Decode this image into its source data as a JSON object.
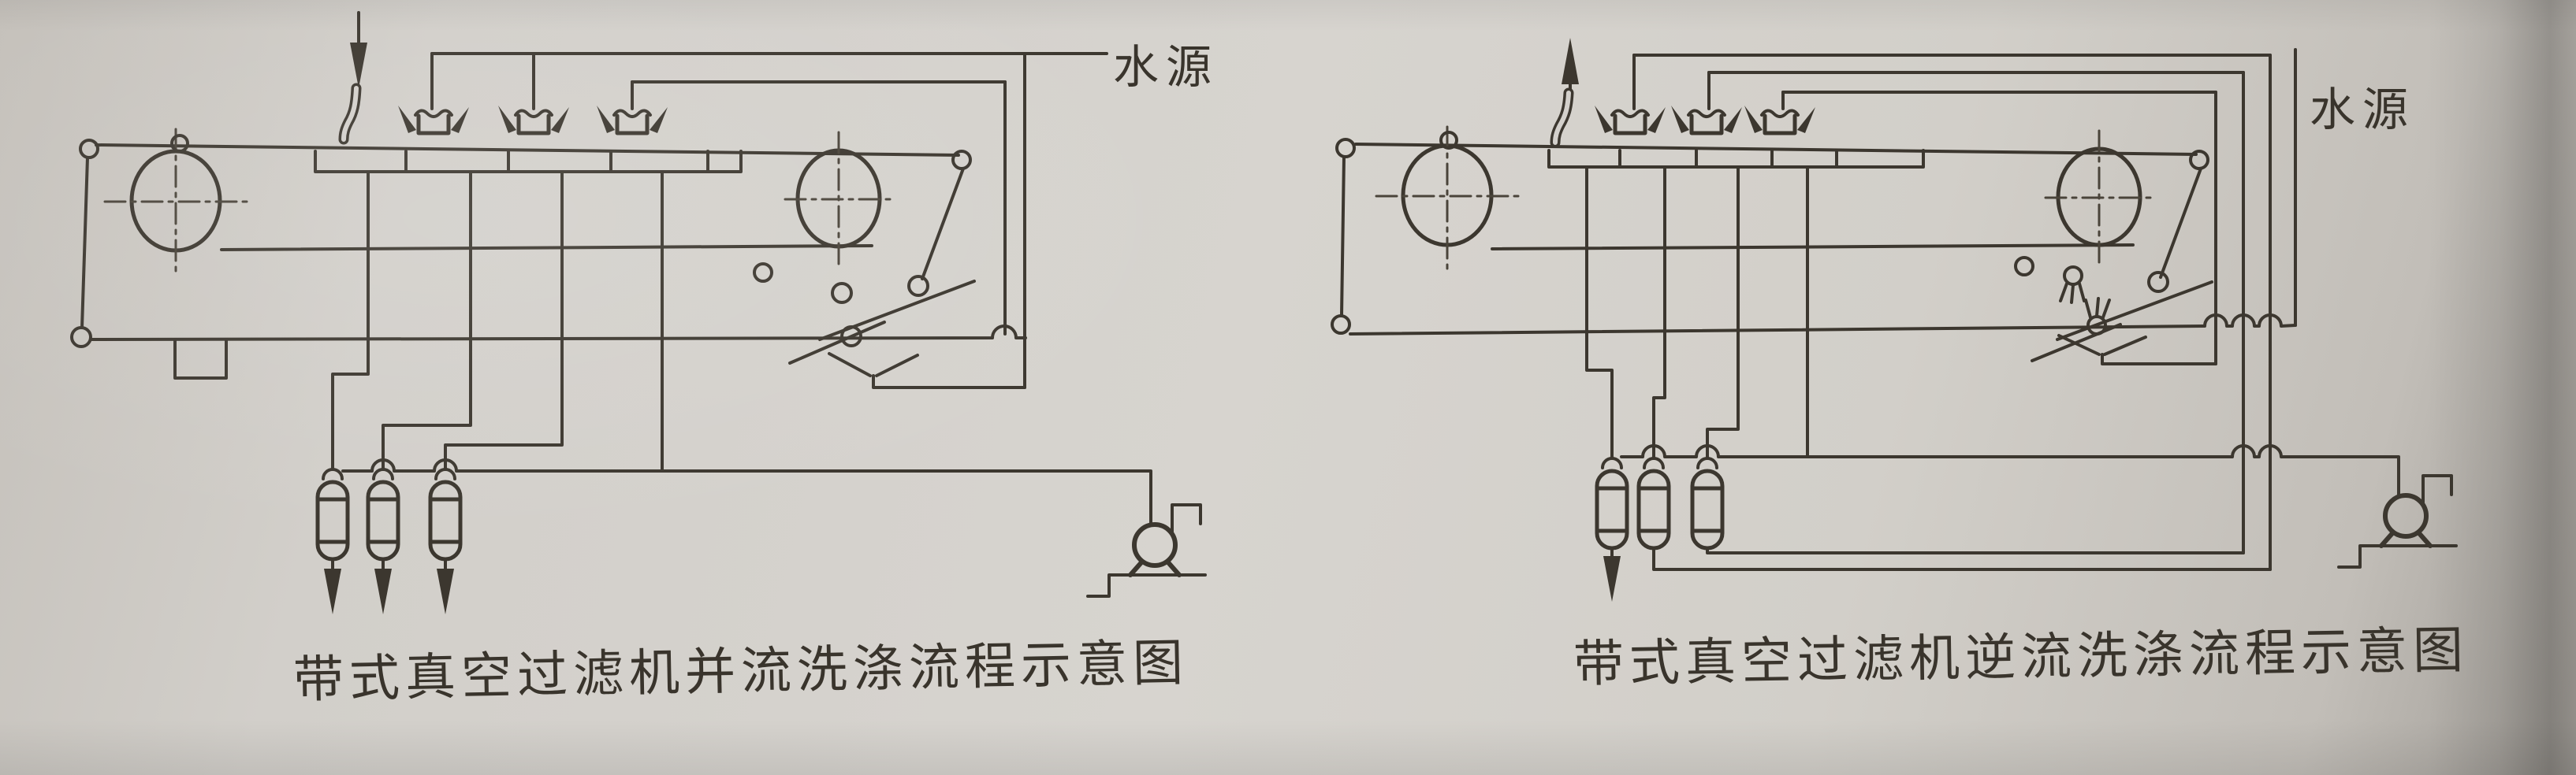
{
  "page": {
    "kind": "photographed textbook figure with two engineering flow schematics",
    "colors": {
      "paper": "#d3d0cb",
      "ink": "#3c372f"
    }
  },
  "labels": {
    "left_water_source": "水源",
    "right_water_source": "水源"
  },
  "captions": {
    "left": "带式真空过滤机并流洗涤流程示意图",
    "right": "带式真空过滤机逆流洗涤流程示意图"
  },
  "diagrams": [
    {
      "id": "left",
      "title": "带式真空过滤机并流洗涤流程示意图",
      "washing_mode": "并流(co-current)",
      "water_source_label": "水源",
      "components": {
        "belt_pulleys": 2,
        "spray_nozzles": 3,
        "vacuum_box_sections": 5,
        "filtrate_receivers": 3,
        "receiver_outlet_arrows": 3,
        "vacuum_pump": 1,
        "feed_arrow_direction": "down",
        "discharge_funnel": 1
      }
    },
    {
      "id": "right",
      "title": "带式真空过滤机逆流洗涤流程示意图",
      "washing_mode": "逆流(counter-current)",
      "water_source_label": "水源",
      "components": {
        "belt_pulleys": 2,
        "spray_nozzles": 3,
        "vacuum_box_sections": 5,
        "filtrate_receivers": 3,
        "receiver_outlet_arrows": 1,
        "vacuum_pump": 1,
        "feed_arrow_direction": "up",
        "discharge_funnel": 1,
        "recycle_lines_to_nozzles": 2
      }
    }
  ]
}
